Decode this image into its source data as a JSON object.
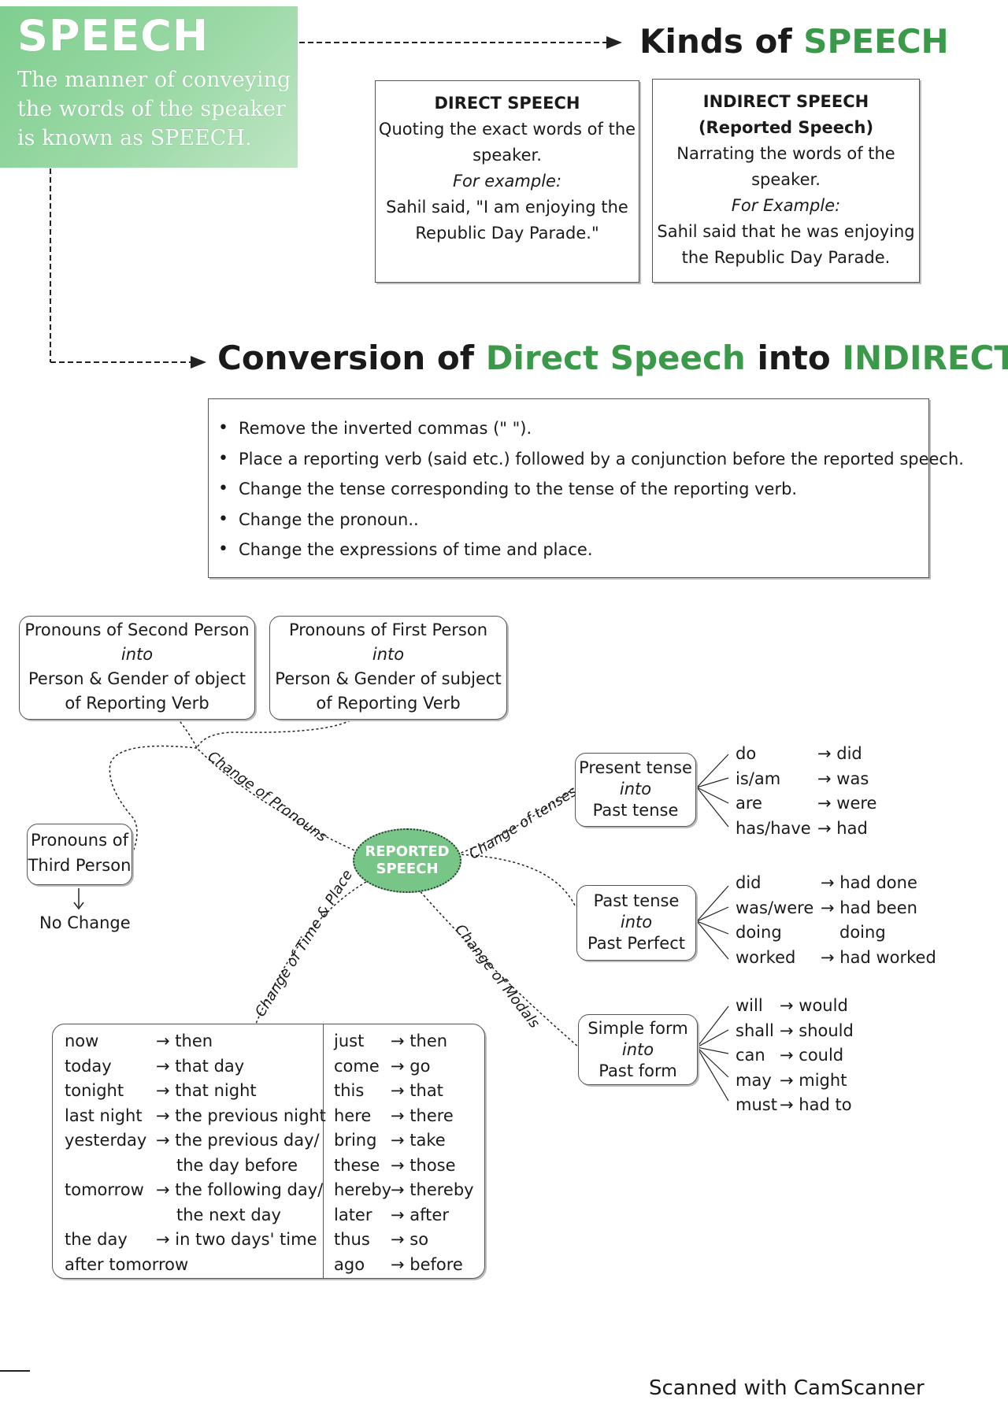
{
  "header": {
    "title": "SPEECH",
    "definition_lines": [
      "The manner of conveying",
      "the words of the speaker",
      "is known as SPEECH."
    ]
  },
  "kinds": {
    "title_prefix": "Kinds of",
    "title_accent": "SPEECH",
    "direct": {
      "heading": "DIRECT SPEECH",
      "lines": [
        "Quoting the exact words of the",
        "speaker."
      ],
      "example_label": "For example:",
      "example_lines": [
        "Sahil said, \"I am enjoying the",
        "Republic Day Parade.\""
      ]
    },
    "indirect": {
      "heading": "INDIRECT SPEECH",
      "subheading": "(Reported Speech)",
      "lines": [
        "Narrating the words of the",
        "speaker."
      ],
      "example_label": "For Example:",
      "example_lines": [
        "Sahil said that he was enjoying",
        "the Republic Day Parade."
      ]
    }
  },
  "conversion": {
    "title_prefix": "Conversion of",
    "title_accent1": "Direct Speech",
    "title_middle": "into",
    "title_accent2": "INDIRECT",
    "rules": [
      "Remove the inverted commas (\" \").",
      "Place a reporting verb (said etc.) followed by a conjunction before the reported speech.",
      "Change the tense corresponding to the tense of the reporting verb.",
      "Change the pronoun..",
      "Change the expressions of time and place."
    ]
  },
  "mindmap": {
    "center_lines": [
      "REPORTED",
      "SPEECH"
    ],
    "pronoun_second": [
      "Pronouns of Second Person",
      "into",
      "Person & Gender of object",
      "of Reporting Verb"
    ],
    "pronoun_first": [
      "Pronouns of First Person",
      "into",
      "Person & Gender of subject",
      "of Reporting Verb"
    ],
    "pronoun_third": [
      "Pronouns of",
      "Third Person"
    ],
    "no_change": "No Change",
    "branches": {
      "pronouns": "Change of Pronouns",
      "tenses": "Change of tenses",
      "time_place": "Change of Time & Place",
      "modals": "Change of Modals"
    },
    "present_to_past": {
      "box": [
        "Present tense",
        "into",
        "Past tense"
      ],
      "rows": [
        [
          "do",
          "→ did"
        ],
        [
          "is/am",
          "→ was"
        ],
        [
          "are",
          "→ were"
        ],
        [
          "has/have",
          "→ had"
        ]
      ]
    },
    "past_to_perfect": {
      "box": [
        "Past tense",
        "into",
        "Past Perfect"
      ],
      "rows": [
        [
          "did",
          "→ had done"
        ],
        [
          "was/were",
          "→ had been"
        ],
        [
          "doing",
          "doing"
        ],
        [
          "worked",
          "→ had worked"
        ]
      ]
    },
    "modals": {
      "box": [
        "Simple form",
        "into",
        "Past form"
      ],
      "rows": [
        [
          "will",
          "→ would"
        ],
        [
          "shall",
          "→ should"
        ],
        [
          "can",
          "→ could"
        ],
        [
          "may",
          "→ might"
        ],
        [
          "must",
          "→ had to"
        ]
      ]
    },
    "time_left": [
      [
        "now",
        "→ then"
      ],
      [
        "today",
        "→ that day"
      ],
      [
        "tonight",
        "→ that night"
      ],
      [
        "last night",
        "→ the previous night"
      ],
      [
        "yesterday",
        "→ the previous day/"
      ],
      [
        "",
        "the day before"
      ],
      [
        "tomorrow",
        "→ the following day/"
      ],
      [
        "",
        "the next day"
      ],
      [
        "the day",
        "→ in two days' time"
      ],
      [
        "after tomorrow",
        ""
      ]
    ],
    "time_right": [
      [
        "just",
        "→ then"
      ],
      [
        "come",
        "→ go"
      ],
      [
        "this",
        "→ that"
      ],
      [
        "here",
        "→ there"
      ],
      [
        "bring",
        "→ take"
      ],
      [
        "these",
        "→ those"
      ],
      [
        "hereby",
        "→ thereby"
      ],
      [
        "later",
        "→ after"
      ],
      [
        "thus",
        "→ so"
      ],
      [
        "ago",
        "→ before"
      ]
    ]
  },
  "footer": {
    "watermark": "Scanned with CamScanner"
  },
  "colors": {
    "accent": "#3a9a4a",
    "header_bg": "#8fd49c",
    "center_bg": "#77c688"
  }
}
